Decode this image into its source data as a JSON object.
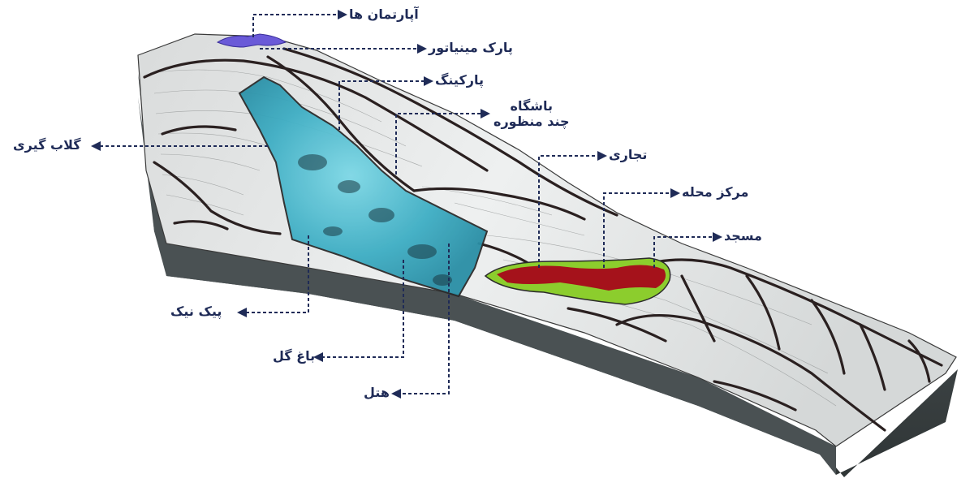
{
  "colors": {
    "label_text": "#1f2b57",
    "leader_line": "#1f2b57",
    "terrain_top": "#eceeee",
    "terrain_side": "#3e4546",
    "contour": "#2a2020",
    "hotel_zone": "#48b8cc",
    "commercial_zone": "#a5121b",
    "neighborhood_center": "#8ccd2d",
    "apartments_marker": "#6a5ad8"
  },
  "labels": {
    "apartments": "آپارتمان ها",
    "mini_park": "پارک مینیاتور",
    "parking": "پارکینگ",
    "multi_club_line1": "باشگاه",
    "multi_club_line2": "چند منظوره",
    "rose_water": "گلاب گیری",
    "commercial": "تجاری",
    "neighborhood_center": "مرکز محله",
    "mosque": "مسجد",
    "picnic": "پیک نیک",
    "rose_garden": "باغ گل",
    "hotel": "هتل"
  }
}
